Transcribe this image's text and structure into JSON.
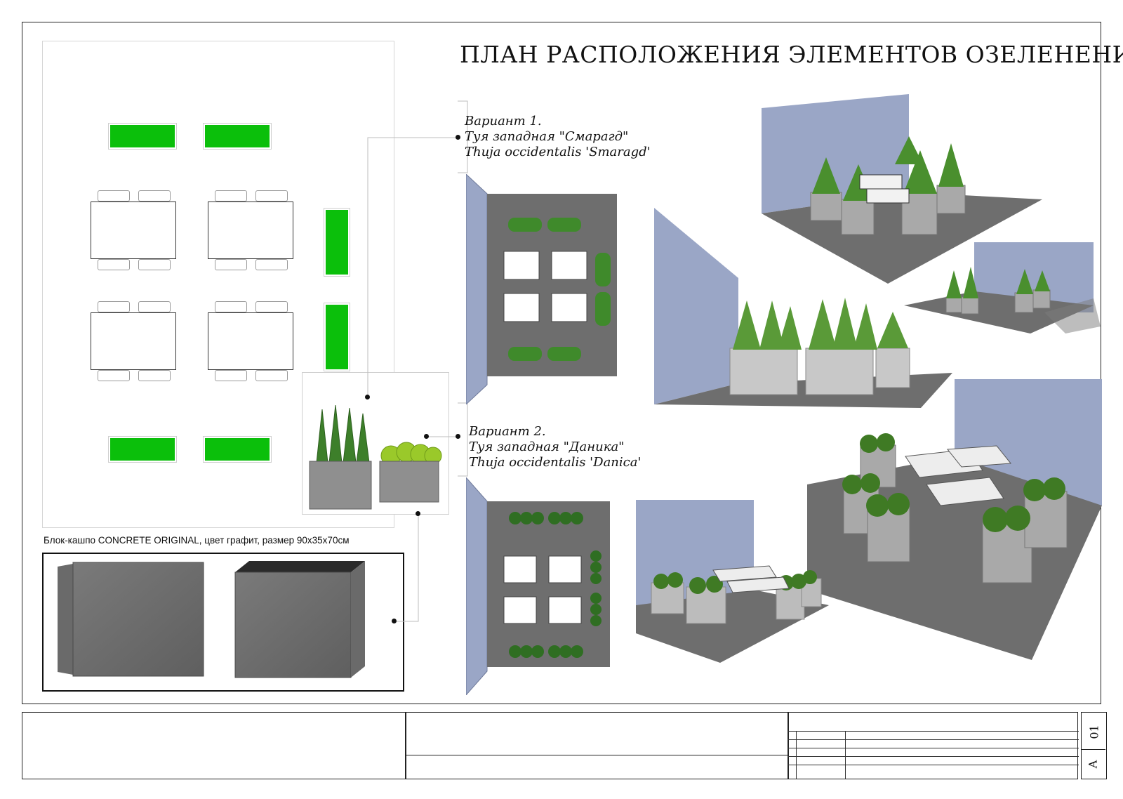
{
  "title": "ПЛАН РАСПОЛОЖЕНИЯ ЭЛЕМЕНТОВ ОЗЕЛЕНЕНИЯ",
  "variant1": {
    "line1": "Вариант 1.",
    "line2": "Туя западная \"Смарагд\"",
    "line3": "Thuja occidentalis 'Smaragd'"
  },
  "variant2": {
    "line1": "Вариант 2.",
    "line2": "Туя западная \"Даника\"",
    "line3": "Thuja occidentalis 'Danica'"
  },
  "planter_caption": "Блок-кашпо CONCRETE ORIGINAL, цвет графит, размер 90х35х70см",
  "title_block": {
    "sheet_number": "01",
    "format": "A"
  },
  "colors": {
    "planter_green": "#0bbf0b",
    "wall_blue": "#9aa6c6",
    "deck_gray": "#6e6e6e",
    "concrete": "#8a8a8a",
    "foliage": "#3f8a2b"
  }
}
